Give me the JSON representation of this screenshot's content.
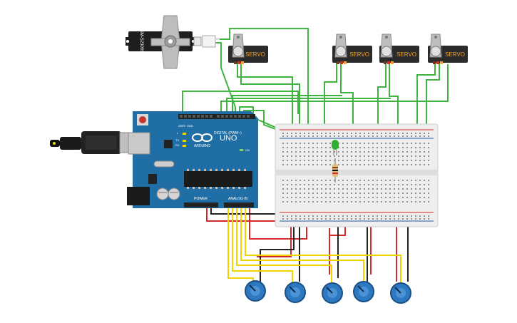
{
  "arduino": {
    "model_label": "UNO",
    "brand_label": "ARDUINO",
    "digital_label": "DIGITAL (PWM~)",
    "power_label": "POWER",
    "analog_label": "ANALOG IN",
    "led_labels": [
      "L",
      "TX",
      "RX"
    ],
    "on_label": "ON",
    "aref_label": "AREF",
    "gnd_label": "GND"
  },
  "servos": [
    {
      "label": "SERVO"
    },
    {
      "label": "SERVO"
    },
    {
      "label": "SERVO"
    },
    {
      "label": "SERVO"
    }
  ],
  "micro_servo": {
    "label": "SM-S2309S"
  },
  "potentiometers": 5,
  "colors": {
    "board": "#1f6fa6",
    "wire_green": "#3fb53f",
    "wire_yellow": "#f2d400",
    "wire_red": "#d42a2a",
    "wire_black": "#222222",
    "servo_body": "#2b2b2b",
    "servo_label": "#f2a12a",
    "pot_blue": "#2c79c2",
    "led_green": "#2fae2f"
  }
}
